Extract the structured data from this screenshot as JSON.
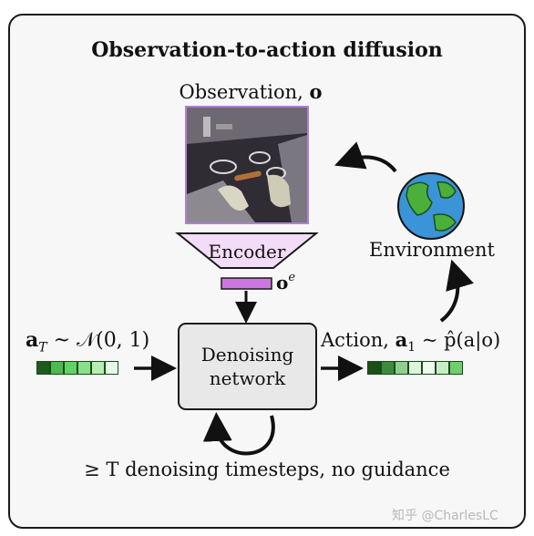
{
  "title": "Observation-to-action diffusion",
  "observation": {
    "label": "Observation, ",
    "symbol": "o"
  },
  "encoder": {
    "label": "Encoder",
    "output_symbol": "o",
    "output_sup": "e"
  },
  "denoiser": {
    "line1": "Denoising",
    "line2": "network"
  },
  "noise_input": {
    "a": "a",
    "sub": "T",
    "dist": " ~ 𝒩(0, 1)",
    "token_colors": [
      "#1e5a1e",
      "#4fb84f",
      "#62d262",
      "#88e088",
      "#b4eeb4",
      "#e6fbe6"
    ]
  },
  "action_output": {
    "label": "Action, ",
    "a": "a",
    "sub": "1",
    "rest": " ~ p̂(a|o)",
    "token_colors": [
      "#1a4f1a",
      "#3b8d3b",
      "#8fce8f",
      "#dcf6dc",
      "#eefcee",
      "#c6edc6",
      "#6fcf6f"
    ]
  },
  "environment": {
    "label": "Environment"
  },
  "timesteps": {
    "text": "≥ T denoising timesteps, no guidance"
  },
  "watermark": "知乎 @CharlesLC",
  "colors": {
    "encoder_fill": "#f3dcf8",
    "encoder_stroke": "#1a1a1a",
    "embedding_fill": "#cc77e0",
    "image_border": "#b07fd6",
    "denoiser_fill": "#e8e8e8",
    "globe_ocean": "#3b93d8",
    "globe_land": "#4caf3c"
  }
}
